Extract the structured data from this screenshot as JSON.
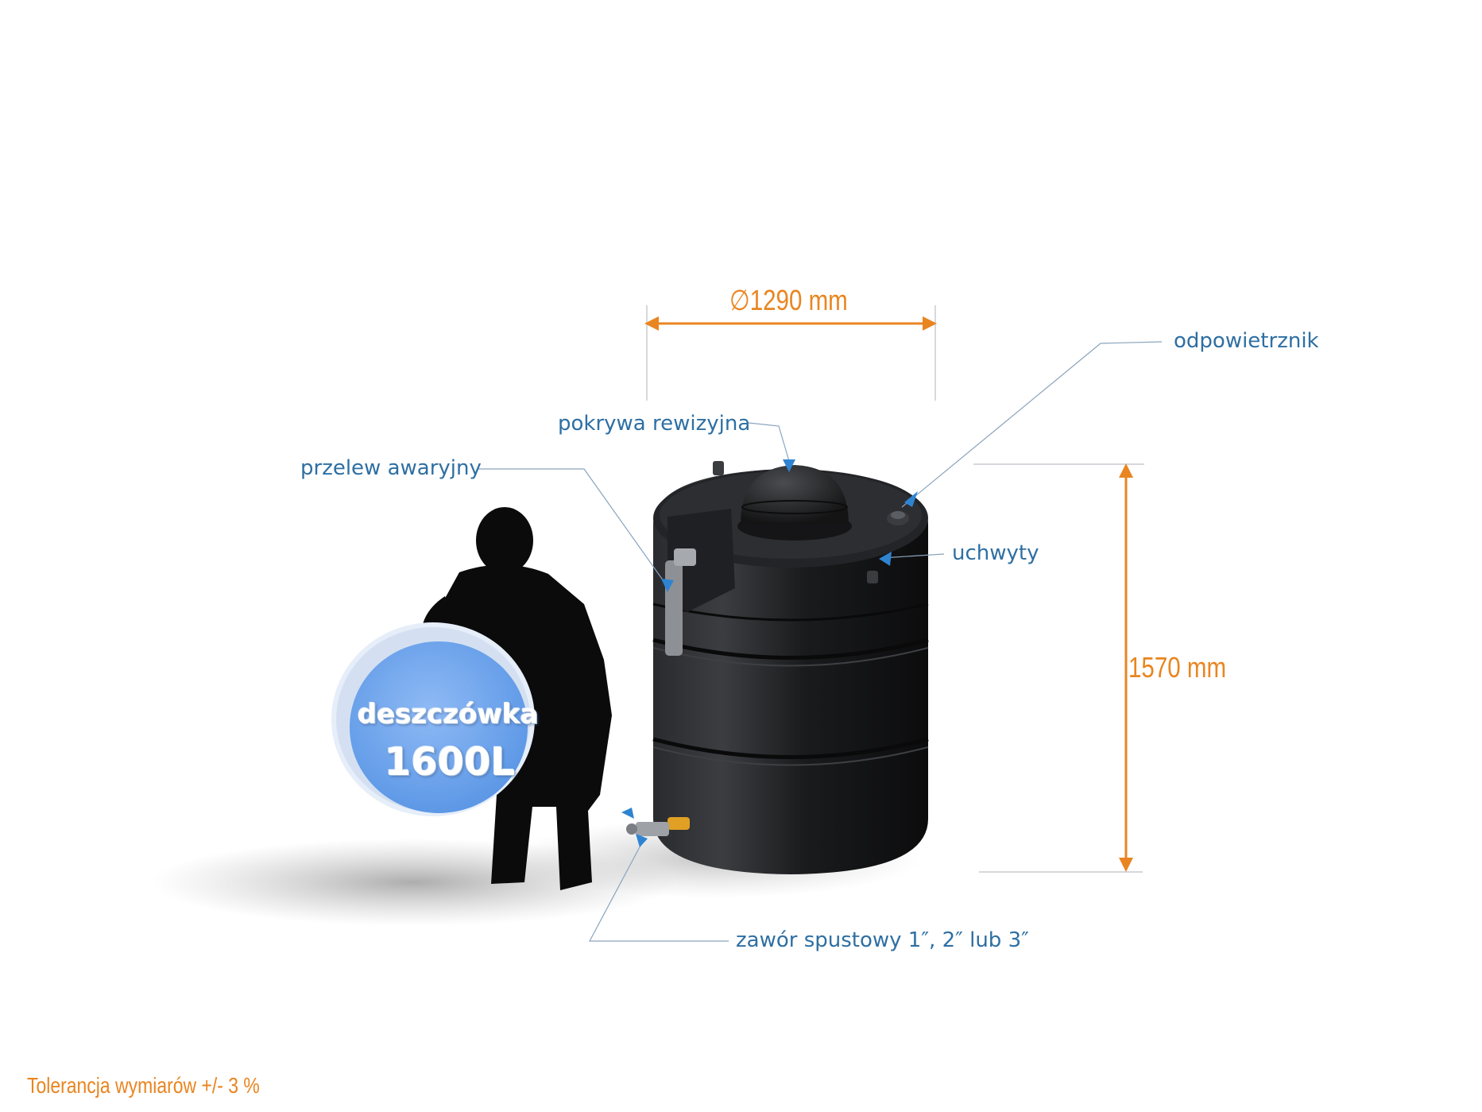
{
  "labels": {
    "vent": "odpowietrznik",
    "inspection_cover": "pokrywa rewizyjna",
    "overflow": "przelew awaryjny",
    "handles": "uchwyty",
    "drain_valve": "zawór spustowy 1″, 2″ lub 3″"
  },
  "dimensions": {
    "diameter": "∅1290 mm",
    "height": "1570 mm"
  },
  "badge": {
    "line1": "deszczówka",
    "line2": "1600L"
  },
  "tolerance": "Tolerancja wymiarów +/-  3 %",
  "colors": {
    "label_blue": "#2e6fa3",
    "dimension_orange": "#e98520",
    "tank_black": "#1c1d1f",
    "badge_blue": "#6aa5ee"
  }
}
